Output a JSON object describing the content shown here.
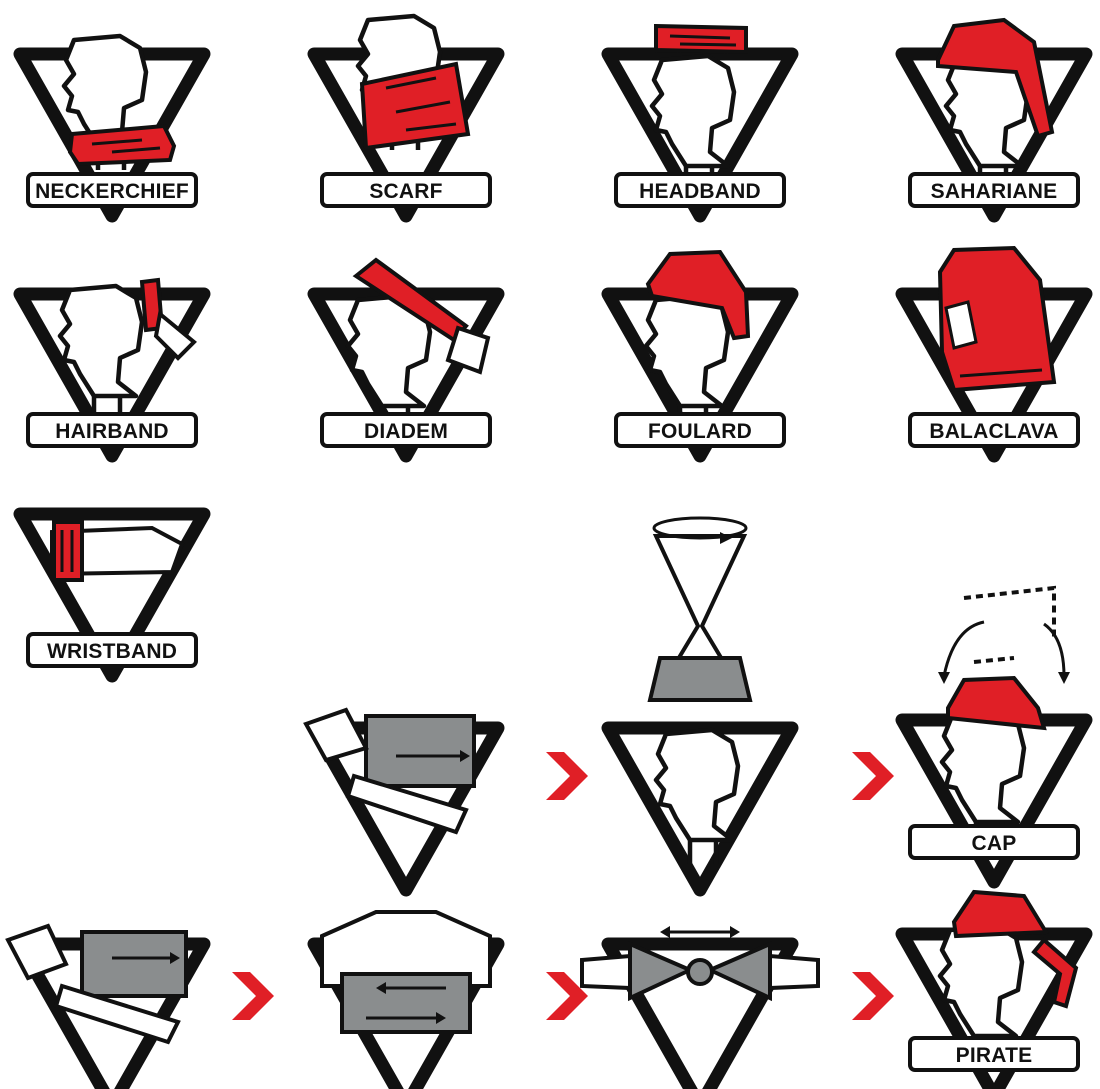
{
  "colors": {
    "red": "#e01f26",
    "gray": "#8a8d8e",
    "black": "#111111",
    "white": "#ffffff"
  },
  "labels": {
    "neckerchief": "NECKERCHIEF",
    "scarf": "SCARF",
    "headband": "HEADBAND",
    "sahariane": "SAHARIANE",
    "hairband": "HAIRBAND",
    "diadem": "DIADEM",
    "foulard": "FOULARD",
    "balaclava": "BALACLAVA",
    "wristband": "WRISTBAND",
    "cap": "CAP",
    "pirate": "PIRATE"
  },
  "icons": {
    "step_arrow": "chevron-right-icon",
    "twist": "rotate-arrow-icon",
    "flip": "flip-arrows-icon"
  }
}
